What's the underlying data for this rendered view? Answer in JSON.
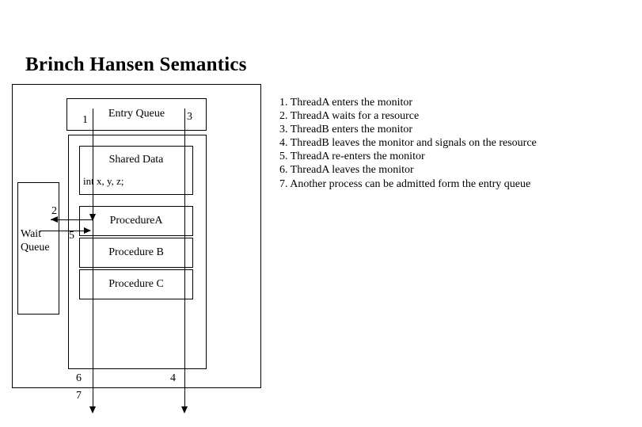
{
  "title": "Brinch Hansen Semantics",
  "diagram": {
    "entry_queue": {
      "label": "Entry Queue"
    },
    "wait_queue": {
      "label": "Wait\nQueue"
    },
    "shared_data": {
      "title": "Shared Data",
      "declaration": "int x, y, z;"
    },
    "procedures": [
      {
        "label": "ProcedureA"
      },
      {
        "label": "Procedure B"
      },
      {
        "label": "Procedure C"
      }
    ],
    "step_markers": {
      "m1": "1",
      "m2": "2",
      "m3": "3",
      "m4": "4",
      "m5": "5",
      "m6": "6",
      "m7": "7"
    }
  },
  "legend": {
    "items": [
      "1. ThreadA enters the monitor",
      "2. ThreadA waits for a resource",
      "3. ThreadB enters the monitor",
      "4. ThreadB leaves the monitor and  signals on the resource",
      "5. ThreadA re-enters the monitor",
      "6. ThreadA leaves the monitor",
      "7. Another process can be admitted form the entry queue"
    ]
  },
  "colors": {
    "background": "#ffffff",
    "ink": "#000000"
  }
}
